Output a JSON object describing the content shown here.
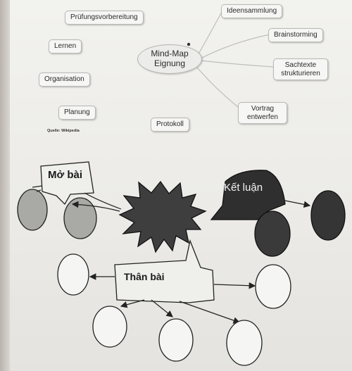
{
  "mindmap": {
    "center_label": "Mind-Map Eignung",
    "left_items": [
      "Prüfungsvorbereitung",
      "Lernen",
      "Organisation",
      "Planung"
    ],
    "bottom_item": "Protokoll",
    "right_items": [
      "Ideensammlung",
      "Brainstorming",
      "Sachtexte strukturieren",
      "Vortrag entwerfen"
    ],
    "source": "Quelle: Wikipedia"
  },
  "essay_diagram": {
    "intro_label": "Mở bài",
    "body_label": "Thân bài",
    "conclusion_label": "Kết luận"
  }
}
